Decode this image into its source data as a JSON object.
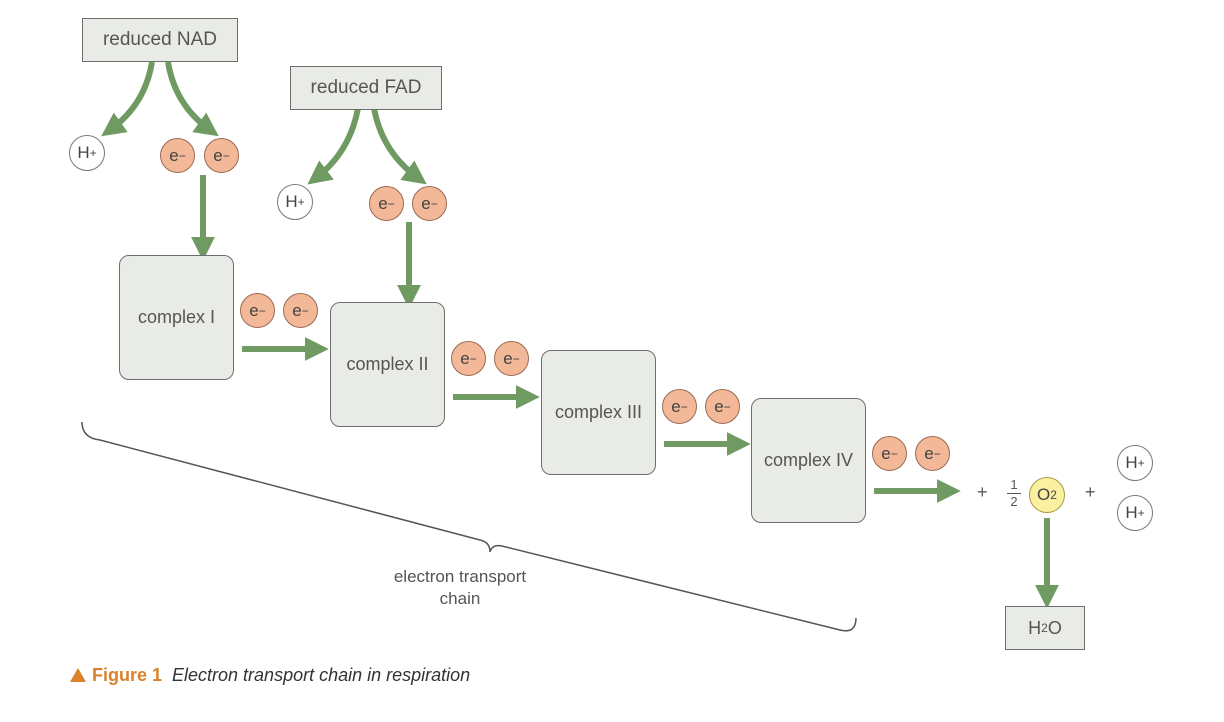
{
  "nodes": {
    "reduced_nad": "reduced NAD",
    "reduced_fad": "reduced FAD",
    "complex_1": "complex I",
    "complex_2": "complex II",
    "complex_3": "complex III",
    "complex_4": "complex IV",
    "water": "H",
    "water_sub": "2",
    "water_tail": "O"
  },
  "particles": {
    "proton": "H",
    "proton_charge": "+",
    "electron": "e",
    "electron_charge": "−",
    "oxygen": "O",
    "oxygen_sub": "2"
  },
  "equation": {
    "plus": "+",
    "half_num": "1",
    "half_den": "2"
  },
  "brace_label_line1": "electron transport",
  "brace_label_line2": "chain",
  "caption": {
    "figure_label": "Figure 1",
    "figure_text": "Electron transport chain in respiration"
  },
  "colors": {
    "arrow": "#6f9a62",
    "electron": "#f2b898",
    "oxygen": "#fbf0a0",
    "box_fill": "#e8ebe6",
    "caption_accent": "#d9822b"
  }
}
